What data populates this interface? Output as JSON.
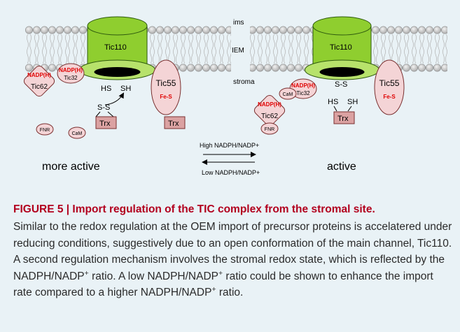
{
  "diagram": {
    "compartments": {
      "ims": "ims",
      "iem": "IEM",
      "stroma": "stroma"
    },
    "left_panel": {
      "channel": "Tic110",
      "thiols": {
        "hs": "HS",
        "sh": "SH",
        "disulfide": "S-S"
      },
      "tic62": {
        "label": "Tic62",
        "cofactor": "NADP(H)"
      },
      "tic32": {
        "label": "Tic32",
        "cofactor": "NADP(H)"
      },
      "tic55": {
        "label": "Tic55",
        "cofactor": "Fe-S"
      },
      "trx_top": "Trx",
      "trx_bottom": "Trx",
      "fnr": "FNR",
      "cam": "CaM",
      "state": "more active"
    },
    "right_panel": {
      "channel": "Tic110",
      "thiols_top": "S-S",
      "thiols": {
        "hs": "HS",
        "sh": "SH"
      },
      "tic62": {
        "label": "Tic62",
        "cofactor": "NADP(H)"
      },
      "tic32": {
        "label": "Tic32",
        "cofactor": "NADP(H)"
      },
      "tic55": {
        "label": "Tic55",
        "cofactor": "Fe-S"
      },
      "trx": "Trx",
      "fnr": "FNR",
      "cam": "CaM",
      "state": "active"
    },
    "arrows": {
      "forward": "High NADPH/NADP+",
      "backward": "Low NADPH/NADP+"
    }
  },
  "caption": {
    "title": "FIGURE 5 | Import regulation of the TIC complex from the stromal site.",
    "text_1": "Similar to the redox regulation at the OEM import of precursor proteins is accelatered under reducing conditions, suggestively due to an open conformation of the main channel, Tic110. A second regulation mechanism involves the stromal redox state, which is reflected by the NADPH/NADP",
    "sup_1": "+",
    "text_2": " ratio. A low NADPH/NADP",
    "sup_2": "+",
    "text_3": " ratio could be shown to enhance the import rate compared to a higher NADPH/NADP",
    "sup_3": "+",
    "text_4": " ratio."
  },
  "colors": {
    "background": "#e9f2f6",
    "caption_title": "#b2001e",
    "channel_green": "#8fce2f",
    "protein_pink": "#f4d4d6",
    "trx_box": "#dba2a2",
    "cofactor_red": "#e00000"
  }
}
